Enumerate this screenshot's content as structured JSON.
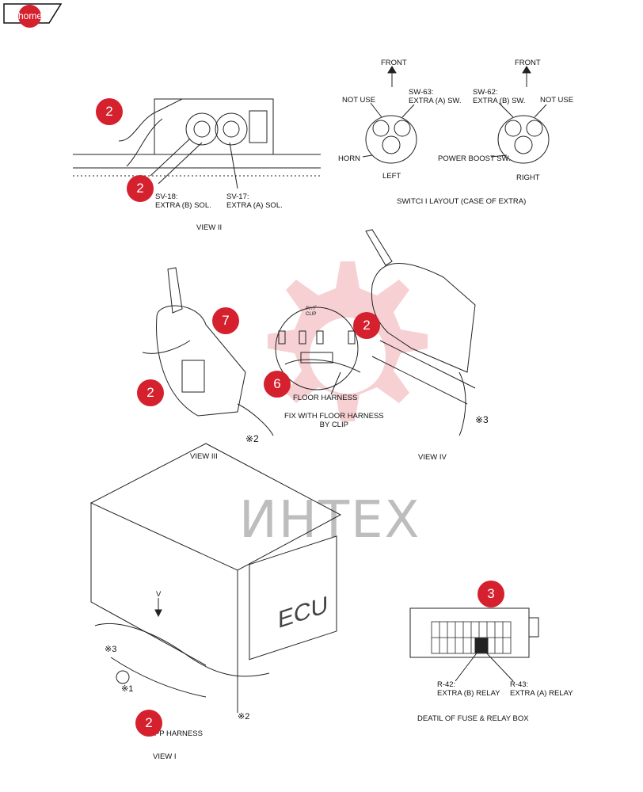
{
  "nav": {
    "home_label": "home"
  },
  "watermark": {
    "text": "ИНТЕХ"
  },
  "view_ii": {
    "title": "VIEW II",
    "sv18": "SV-18:\nEXTRA (B) SOL.",
    "sv17": "SV-17:\nEXTRA (A) SOL."
  },
  "switch_layout": {
    "title": "SWITCI I LAYOUT (CASE OF EXTRA)",
    "front_left": "FRONT",
    "front_right": "FRONT",
    "not_use_left": "NOT USE",
    "sw63": "SW-63:\nEXTRA (A) SW.",
    "horn": "HORN",
    "left": "LEFT",
    "sw62": "SW-62:\nEXTRA (B) SW.",
    "not_use_right": "NOT USE",
    "power_boost": "POWER BOOST SW.",
    "right": "RIGHT"
  },
  "view_iii": {
    "title": "VIEW III",
    "mark2": "※2",
    "floor_harness": "FLOOR HARNESS",
    "fix_note": "FIX WITH FLOOR HARNESS\nBY CLIP",
    "clip_jp": "ｸﾘｯﾌﾟ\nCLIP"
  },
  "view_iv": {
    "title": "VIEW IV",
    "mark3": "※3"
  },
  "view_i": {
    "title": "VIEW I",
    "upp": "UPP HARNESS",
    "ecu": "ECU",
    "v": "V",
    "mark1": "※1",
    "mark2": "※2",
    "mark3": "※3"
  },
  "fuse_box": {
    "title": "DEATIL OF FUSE & RELAY BOX",
    "r42": "R-42:\nEXTRA (B) RELAY",
    "r43": "R-43:\nEXTRA (A) RELAY"
  },
  "callouts": {
    "c1": "2",
    "c2": "2",
    "c3": "7",
    "c4": "2",
    "c5": "6",
    "c6": "2",
    "c7": "3",
    "c8": "2"
  },
  "colors": {
    "callout": "#d5202e",
    "watermark": "#f4c7c9"
  }
}
